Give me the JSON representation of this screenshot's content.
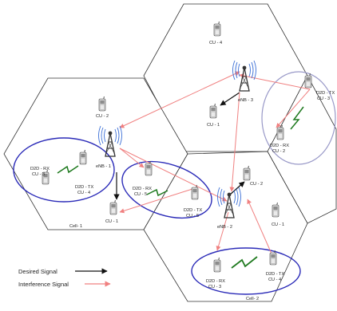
{
  "cells": [
    {
      "id": "cell-1",
      "label": "Cell- 1"
    },
    {
      "id": "cell-2",
      "label": "Cell- 2"
    },
    {
      "id": "cell-3",
      "label": ""
    },
    {
      "id": "cell-4",
      "label": ""
    }
  ],
  "base_stations": {
    "enb1": "eNB - 1",
    "enb2": "eNB - 2",
    "enb3": "eNB - 3"
  },
  "devices": {
    "cu2_cell1": "CU - 2",
    "cu1_cell1": "CU - 1",
    "cu4_top": "CU - 4",
    "cu1_top": "CU - 1",
    "cu2_cell2": "CU - 2",
    "cu1_cell2": "CU - 1"
  },
  "d2d_pairs": {
    "cell1_rx": {
      "title": "D2D - RX",
      "sub": "CU - 3"
    },
    "cell1_tx": {
      "title": "D2D - TX",
      "sub": "CU - 4"
    },
    "mid_rx": {
      "title": "D2D - RX",
      "sub": "CU - 5"
    },
    "mid_tx": {
      "title": "D2D - TX",
      "sub": "CU - 5"
    },
    "top_tx": {
      "title": "D2D - TX",
      "sub": "CU - 3"
    },
    "top_rx": {
      "title": "D2D - RX",
      "sub": "CU - 2"
    },
    "cell2_rx": {
      "title": "D2D - RX",
      "sub": "CU - 3"
    },
    "cell2_tx": {
      "title": "D2D - TX",
      "sub": "CU - 4"
    }
  },
  "legend": {
    "desired": "Desired Signal",
    "interference": "Interference Signal"
  },
  "colors": {
    "desired": "#111111",
    "interference": "#f08080",
    "ellipse_primary": "#2b2bb8",
    "ellipse_secondary": "#9999c8",
    "zigzag": "#1f7a1f",
    "wave": "#3b6fd6"
  }
}
